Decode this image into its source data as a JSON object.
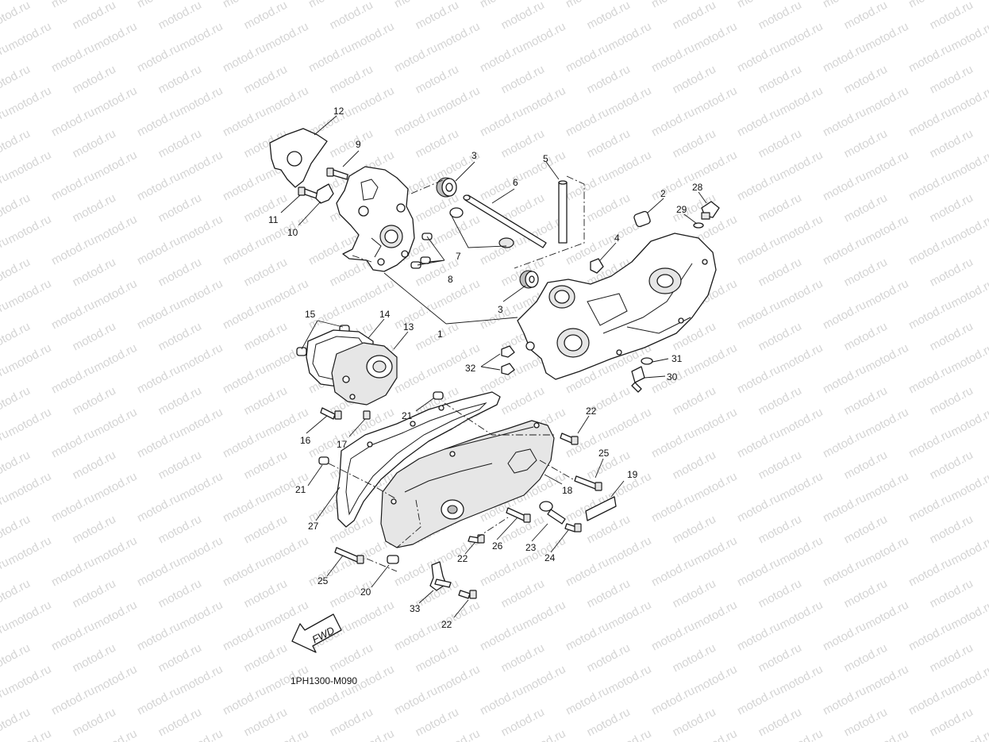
{
  "watermark": "motod.ru",
  "diagram_code": "1PH1300-M090",
  "fwd_label": "FWD",
  "callouts": [
    "12",
    "9",
    "3",
    "6",
    "5",
    "2",
    "28",
    "29",
    "11",
    "10",
    "7",
    "4",
    "8",
    "3",
    "1",
    "15",
    "14",
    "13",
    "32",
    "31",
    "30",
    "21",
    "22",
    "16",
    "17",
    "25",
    "19",
    "21",
    "18",
    "27",
    "26",
    "23",
    "24",
    "22",
    "25",
    "20",
    "33",
    "22"
  ]
}
